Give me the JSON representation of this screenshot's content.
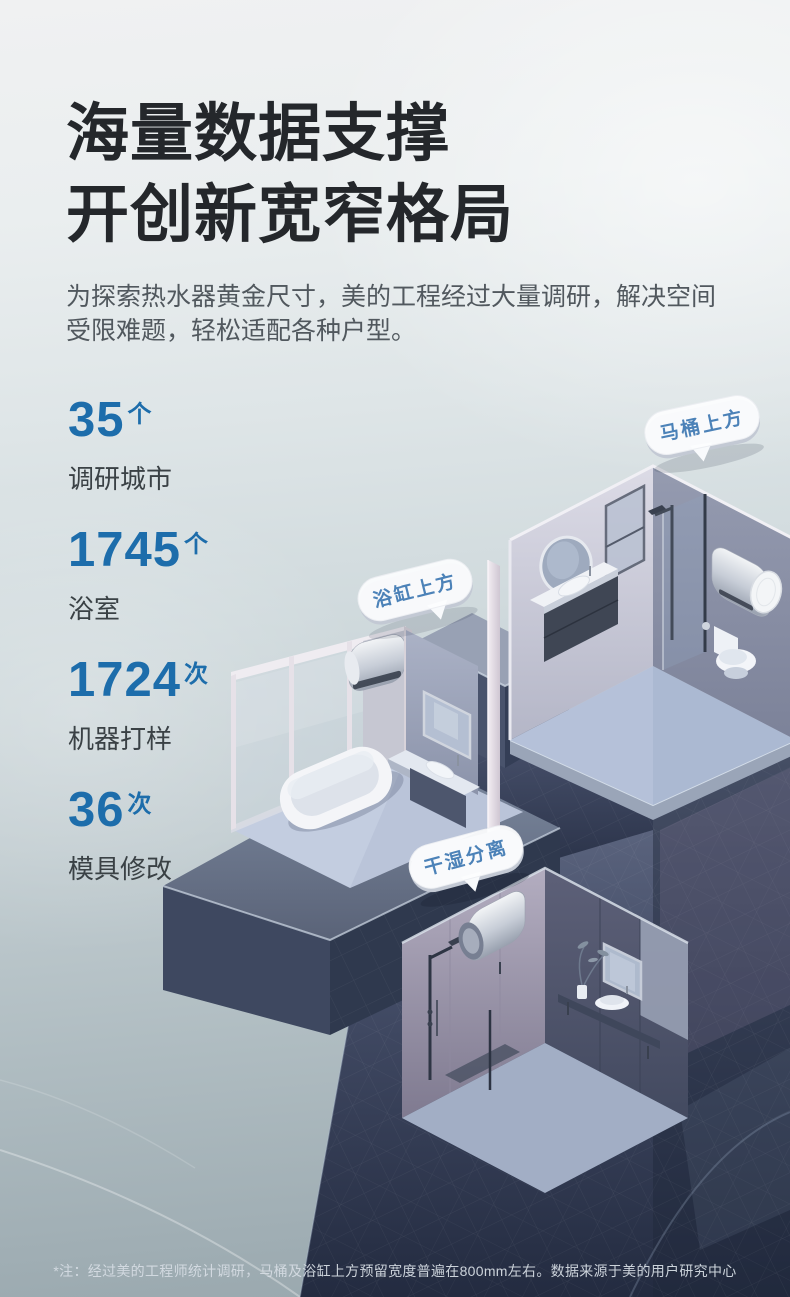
{
  "poster": {
    "title_line1": "海量数据支撑",
    "title_line2": "开创新宽窄格局",
    "subtitle": "为探索热水器黄金尺寸，美的工程经过大量调研，解决空间受限难题，轻松适配各种户型。",
    "footnote": "*注：经过美的工程师统计调研，马桶及浴缸上方预留宽度普遍在800mm左右。数据来源于美的用户研究中心"
  },
  "stats": [
    {
      "value": "35",
      "unit": "个",
      "label": "调研城市"
    },
    {
      "value": "1745",
      "unit": "个",
      "label": "浴室"
    },
    {
      "value": "1724",
      "unit": "次",
      "label": "机器打样"
    },
    {
      "value": "36",
      "unit": "次",
      "label": "模具修改"
    }
  ],
  "scene_labels": [
    {
      "text": "马桶上方"
    },
    {
      "text": "浴缸上方"
    },
    {
      "text": "干湿分离"
    }
  ],
  "colors": {
    "accent_blue": "#1D6DAB",
    "badge_text_blue": "#4C82B8",
    "title_color": "#24272B",
    "body_text": "#51585E",
    "footnote_text": "#D5DCE3"
  }
}
